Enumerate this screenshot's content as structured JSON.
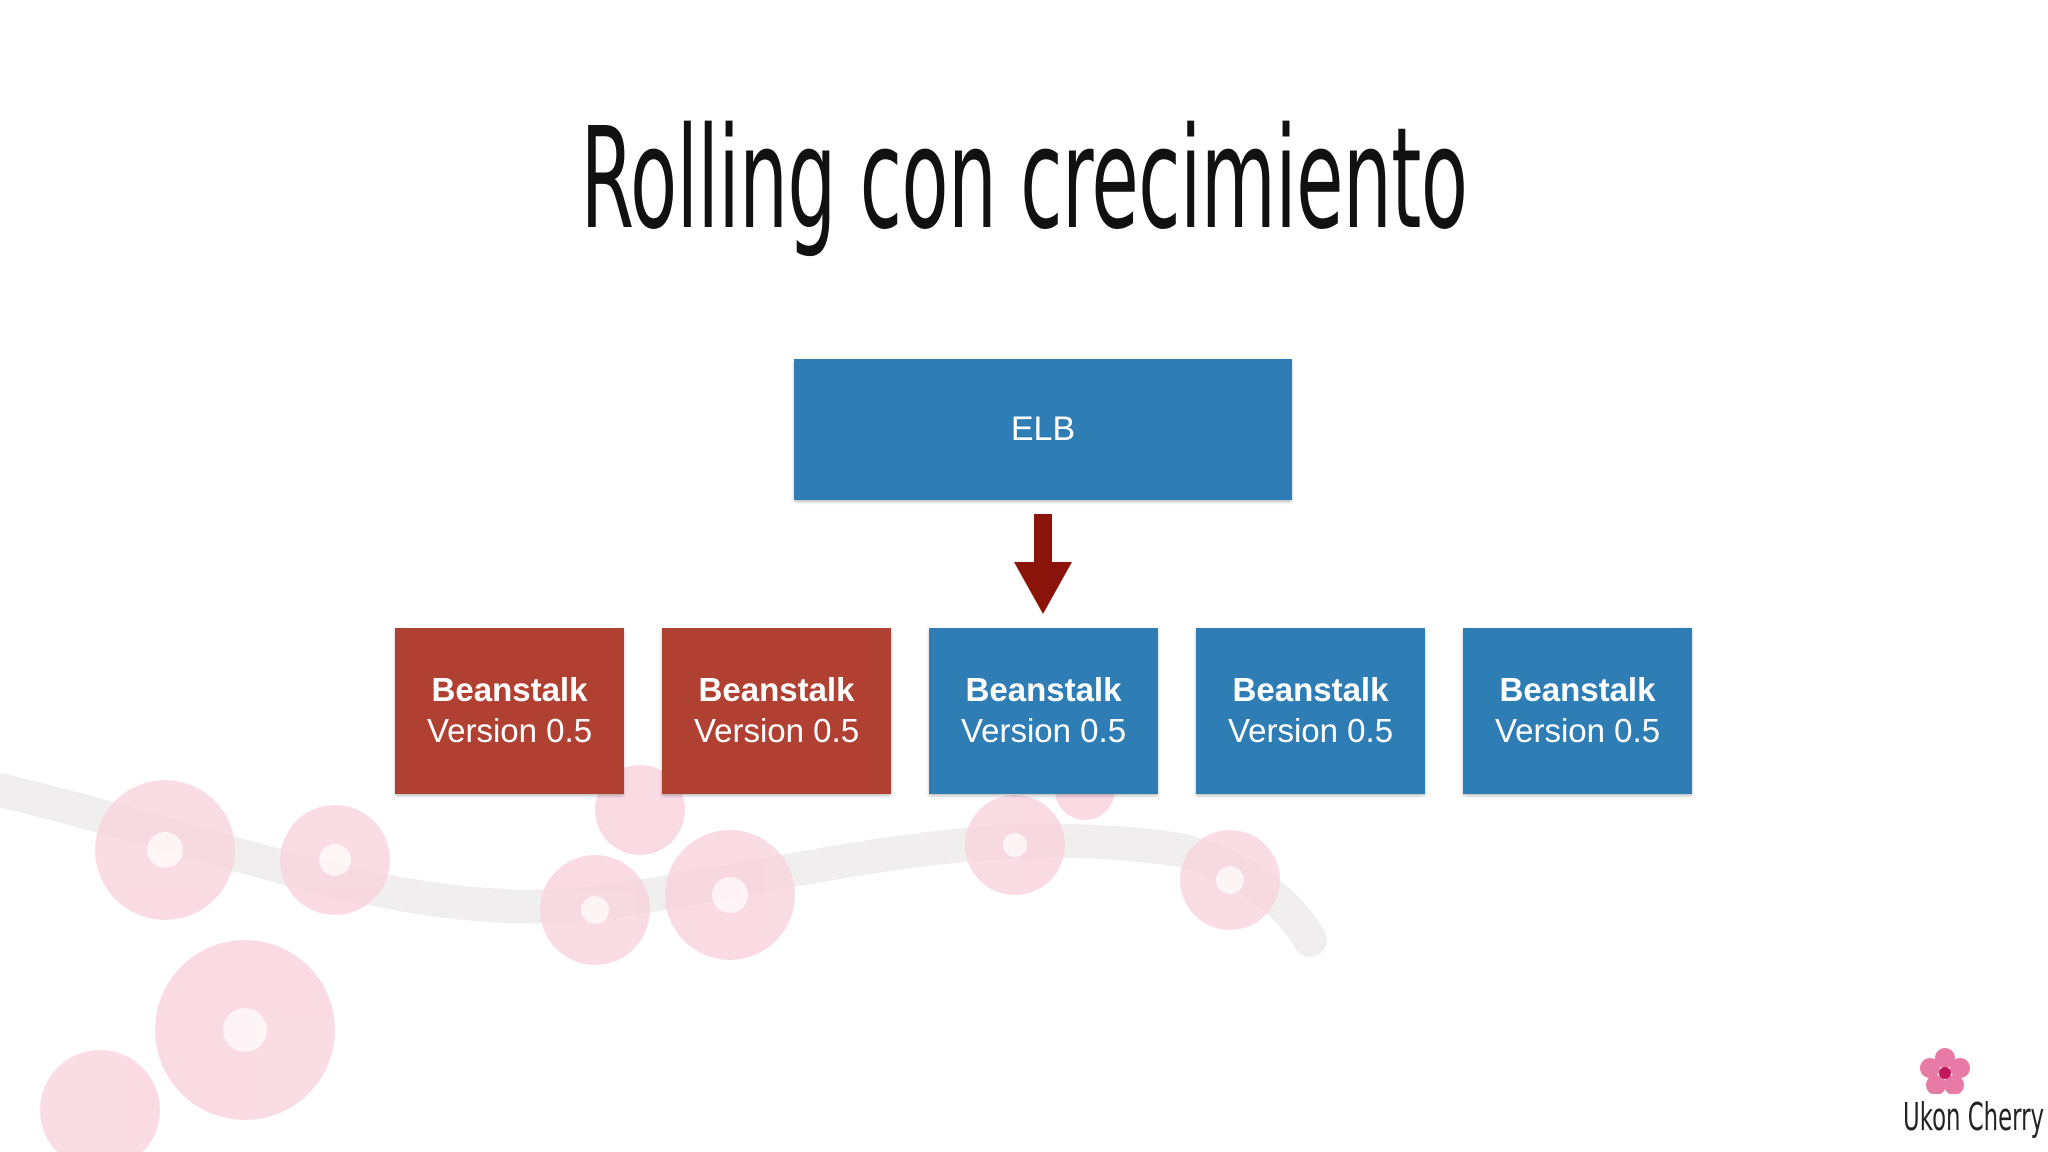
{
  "title": "Rolling con crecimiento",
  "elb": {
    "label": "ELB"
  },
  "instances": [
    {
      "name": "Beanstalk",
      "version": "Version 0.5",
      "state": "red"
    },
    {
      "name": "Beanstalk",
      "version": "Version 0.5",
      "state": "red"
    },
    {
      "name": "Beanstalk",
      "version": "Version 0.5",
      "state": "blue"
    },
    {
      "name": "Beanstalk",
      "version": "Version 0.5",
      "state": "blue"
    },
    {
      "name": "Beanstalk",
      "version": "Version 0.5",
      "state": "blue"
    }
  ],
  "logo": {
    "text": "Ukon Cherry",
    "icon": "cherry-blossom-icon"
  },
  "colors": {
    "blue": "#2e7db5",
    "red": "#b04032",
    "arrow": "#8b140a",
    "blossom": "#f7c9d6"
  }
}
